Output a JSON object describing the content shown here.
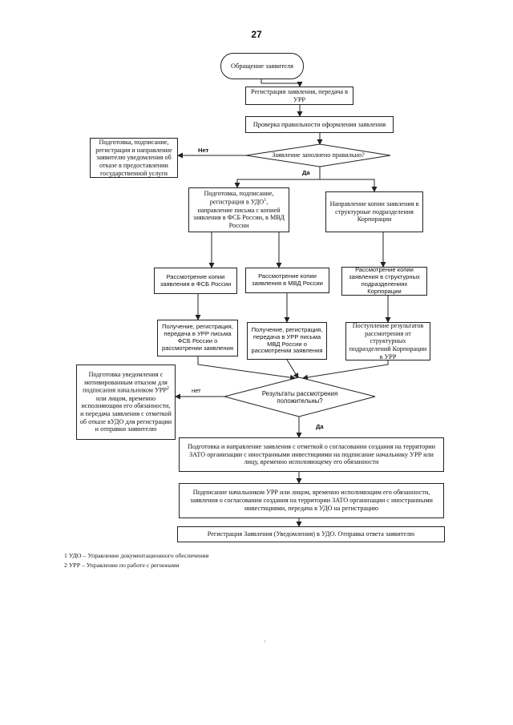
{
  "page_number": "27",
  "flowchart": {
    "start": "Обращение заявителя",
    "registration": "Регистрация заявления, передача в УРР",
    "check": "Проверка правильности оформления заявления",
    "decision1": "Заявление заполнено правильно?",
    "decision1_no": "Нет",
    "decision1_yes": "Да",
    "refusal1": "Подготовка, подписание, регистрация и направление заявителю уведомления об отказе в предоставлении государственной услуги",
    "udo_prep_pre": "Подготовка, подписание, регистрация в УДО",
    "udo_prep_sup": "1",
    "udo_prep_post": ", направление письма с копией заявления в ФСБ России, в МВД России",
    "copy_divisions": "Направление копии заявления в структурные подразделения Корпорации",
    "review_fsb": "Рассмотрение копии заявления в ФСБ России",
    "review_mvd": "Рассмотрение копии заявления в МВД России",
    "review_corp": "Рассмотрение копии заявления в структурных подразделениях Корпорации",
    "receive_fsb": "Получение, регистрация, передача в УРР письма ФСБ России о рассмотрении заявления",
    "receive_mvd": "Получение, регистрация, передача в УРР письма МВД России о рассмотрении заявления",
    "receive_corp": "Поступление результатов рассмотрения от структурных подразделений Корпорации в УРР",
    "decision2": "Результаты рассмотрения положительны?",
    "decision2_no": "нет",
    "decision2_yes": "Да",
    "refusal2_pre": "Подготовка уведомления с мотивированным отказом для подписания начальником УРР",
    "refusal2_sup": "2",
    "refusal2_post": " или лицом, временно исполняющим его обязанности, и передача заявления с отметкой об отказе вУДО для регистрации и отправки заявителю",
    "approval_prep": "Подготовка и направление заявления с отметкой о согласовании создания на территории ЗАТО организации с иностранными инвестициями на подписание начальнику УРР или лицу, временно исполняющему его обязанности",
    "signing": "Подписание начальником УРР или лицом, временно исполняющим его обязанности, заявления о согласовании создания на территории ЗАТО организации с иностранными инвестициями, передача в УДО на регистрацию",
    "final": "Регистрация Заявления (Уведомления) в УДО. Отправка ответа заявителю"
  },
  "footnotes": [
    "1 УДО – Управление документационного обеспечения",
    "2 УРР – Управление по работе с регионами"
  ]
}
